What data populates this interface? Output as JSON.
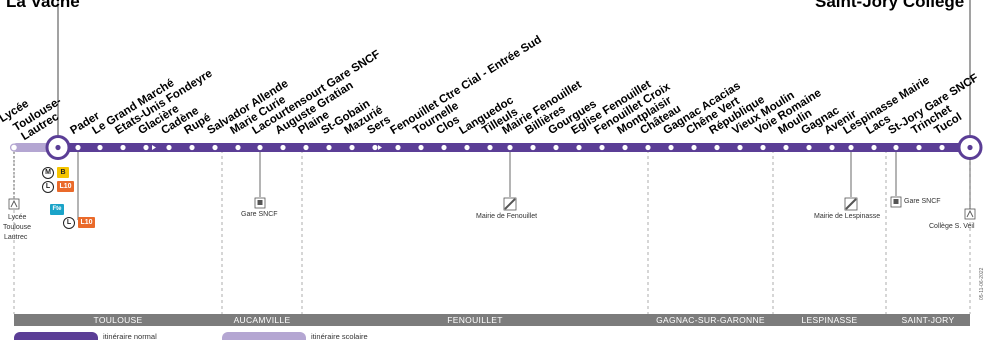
{
  "termini": {
    "left": "La Vache",
    "right": "Saint-Jory Collège"
  },
  "stops": [
    "Lycée Toulouse-Lautrec",
    "Pader",
    "Le Grand Marché",
    "Etats-Unis Fondeyre",
    "Glacière",
    "Cadène",
    "Rupé",
    "Salvador Allende",
    "Marie Curie",
    "Lacourtensourt Gare SNCF",
    "Auguste Gratian",
    "Plaine",
    "St-Gobain",
    "Mazurié",
    "Sers",
    "Fenouillet Ctre Cial - Entrée Sud",
    "Tournelle",
    "Clos",
    "Languedoc",
    "Tilleuls",
    "Mairie Fenouillet",
    "Billières",
    "Gourgues",
    "Eglise Fenouillet",
    "Fenouillet Croix",
    "Montplaisir",
    "Château",
    "Gagnac Acacias",
    "Chêne Vert",
    "République",
    "Vieux Moulin",
    "Voie Romaine",
    "Moulin",
    "Gagnac",
    "Avenir",
    "Lespinasse Mairie",
    "Lacs",
    "St-Jory Gare SNCF",
    "Trinchet",
    "Tucol"
  ],
  "stop_label_lines": {
    "lycee_part1": "Lycée",
    "lycee_part2": "Toulouse-",
    "lycee_part3": "Lautrec"
  },
  "connections": {
    "metro_letter": "M",
    "metro_line": "B",
    "linео_letter": "L",
    "lineo_line": "L10",
    "tram_short": "Fte",
    "lineo2_letter": "L",
    "lineo2_line": "L10",
    "lycee_caption_1": "Lycée",
    "lycee_caption_2": "Toulouse",
    "lycee_caption_3": "Lautrec",
    "gare_sncf_1": "Gare SNCF",
    "mairie_fenouillet": "Mairie de Fenouillet",
    "mairie_lespinasse": "Mairie de Lespinasse",
    "gare_sncf_2": "Gare SNCF",
    "college": "Collège S. Veil"
  },
  "communes": [
    "TOULOUSE",
    "AUCAMVILLE",
    "FENOUILLET",
    "GAGNAC-SUR-GARONNE",
    "LESPINASSE",
    "SAINT-JORY"
  ],
  "legend": {
    "normal": "itinéraire normal",
    "school": "itinéraire scolaire"
  },
  "side_date": "05-11-06-2022",
  "colors": {
    "line": "#5b3e96",
    "school_line": "#b4a6d2",
    "commune_bar": "#7c7c7c",
    "metro_b": "#f5c400",
    "lineo": "#ea6a2a",
    "tram": "#1aa3c8"
  }
}
